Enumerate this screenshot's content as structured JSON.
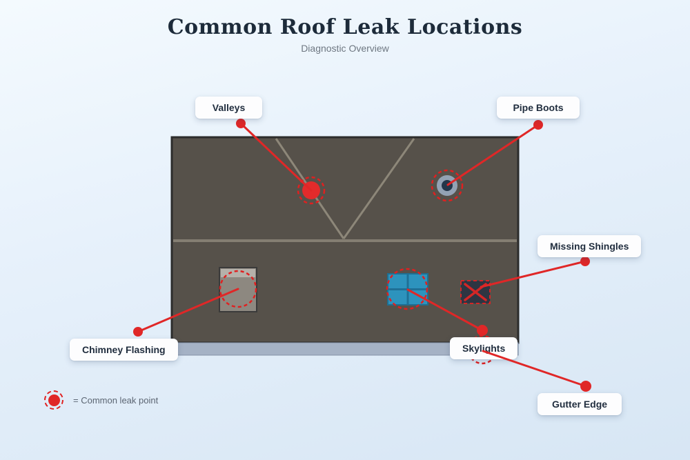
{
  "header": {
    "title": "Common Roof Leak Locations",
    "subtitle": "Diagnostic Overview"
  },
  "callouts": {
    "valleys": {
      "label": "Valleys"
    },
    "pipe_boots": {
      "label": "Pipe Boots"
    },
    "missing_shingles": {
      "label": "Missing Shingles"
    },
    "chimney_flashing": {
      "label": "Chimney Flashing"
    },
    "skylights": {
      "label": "Skylights"
    },
    "gutter_edge": {
      "label": "Gutter Edge"
    }
  },
  "legend": {
    "marker": "leak-point-icon",
    "text": "= Common leak point"
  },
  "colors": {
    "accent_red": "#e02727",
    "roof_body": "#56514a",
    "roof_border": "#2c2c2c",
    "roof_lines": "#8d8779",
    "gutter": "#a5b2c5",
    "chimney": "#8d8880",
    "chimney_cap": "#b5b1aa",
    "skylight": "#2d93bd",
    "pipe_boot_outer": "#93a2b4",
    "pipe_boot_inner": "#24364a",
    "missing_shingles_patch": "#2e3542",
    "label_text": "#1f2c3d"
  }
}
